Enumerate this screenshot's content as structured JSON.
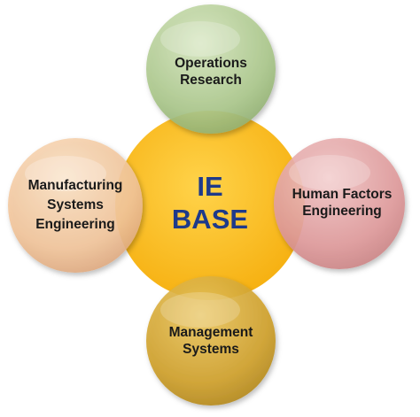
{
  "center": {
    "line1": "IE",
    "line2": "BASE",
    "color": "#fbb913",
    "text_color": "#1e3a8a"
  },
  "nodes": {
    "top": {
      "lines": [
        "Operations",
        "Research"
      ],
      "color": "#b5cf96"
    },
    "right": {
      "lines": [
        "Human Factors",
        "Engineering"
      ],
      "color": "#e7a4a4"
    },
    "bottom": {
      "lines": [
        "Management",
        "Systems"
      ],
      "color": "#d4a72c"
    },
    "left": {
      "lines": [
        "Manufacturing",
        "Systems",
        "Engineering"
      ],
      "color": "#f4cda5"
    }
  }
}
